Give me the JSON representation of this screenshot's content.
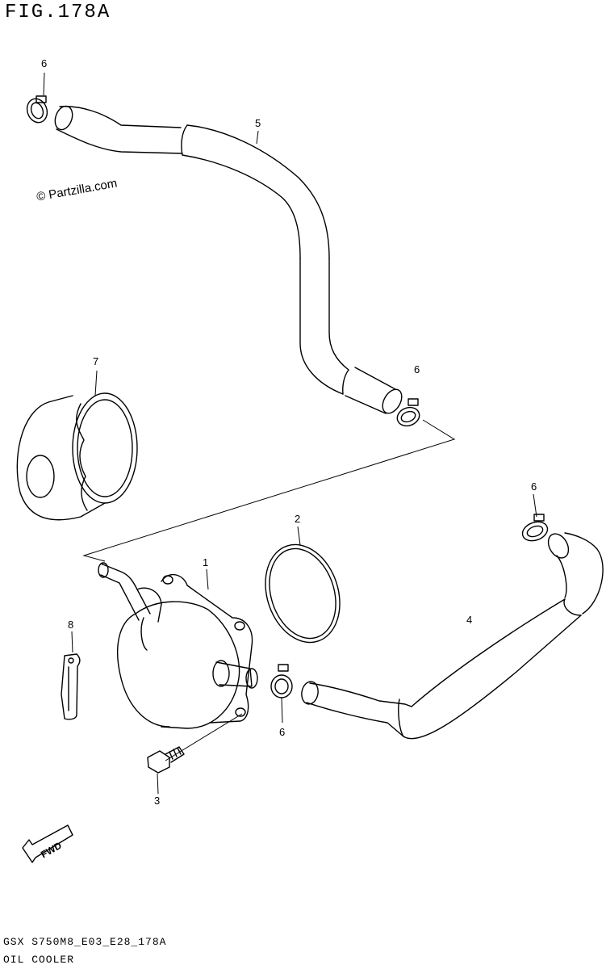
{
  "header": {
    "figure_title": "FIG.178A"
  },
  "watermark": "© Partzilla.com",
  "footer": {
    "code": "GSX S750M8_E03_E28_178A",
    "name": "OIL COOLER"
  },
  "callouts": [
    "6",
    "5",
    "6",
    "7",
    "6",
    "2",
    "1",
    "8",
    "4",
    "6",
    "3"
  ],
  "fwd_label": "FWD"
}
